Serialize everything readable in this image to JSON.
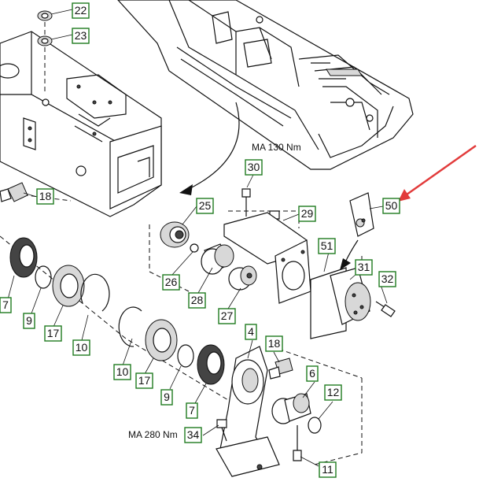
{
  "colors": {
    "callout_border": "#1f7a1f",
    "ink": "#111111",
    "arrow_red": "#e23b3b"
  },
  "torque_labels": {
    "upper": "MA 130 Nm",
    "lower": "MA 280 Nm"
  },
  "callouts": [
    "22",
    "23",
    "18",
    "25",
    "30",
    "29",
    "50",
    "51",
    "31",
    "32",
    "26",
    "28",
    "27",
    "7",
    "9",
    "17",
    "10",
    "10",
    "17",
    "9",
    "7",
    "4",
    "18",
    "6",
    "12",
    "34",
    "11"
  ]
}
